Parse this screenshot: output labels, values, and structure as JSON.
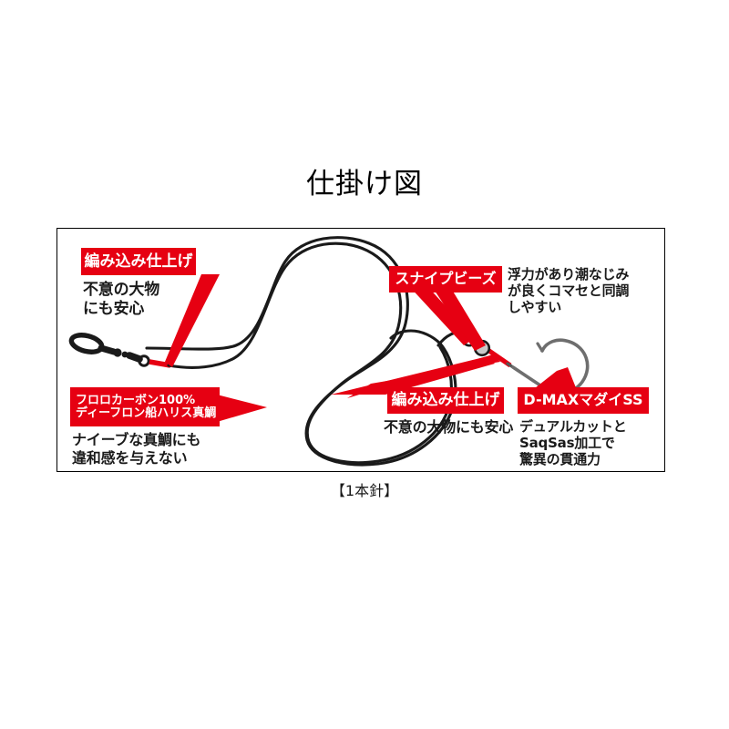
{
  "page": {
    "title": "仕掛け図",
    "caption": "【1本針】",
    "accent_red": "#e60012",
    "line_black": "#1a1a1a",
    "background": "#ffffff"
  },
  "diagram": {
    "name": "madai-rig-diagram",
    "frame_border_color": "#000000",
    "components": {
      "snap_swivel": "snap-swivel",
      "red_braid_knot_left": "braided-finish-knot",
      "fluorocarbon_leader": "fluorocarbon-leader-line",
      "bead_upper": "snipe-bead-white",
      "bead_lower": "snipe-bead-gray",
      "red_braid_knot_right": "braided-finish-knot",
      "hook": "d-max-madai-ss-hook"
    }
  },
  "callouts": [
    {
      "id": "braided-finish-left",
      "chip_lines": [
        "編み込み仕上げ"
      ],
      "desc_lines": [
        "不意の大物",
        "にも安心"
      ]
    },
    {
      "id": "fluorocarbon",
      "chip_lines": [
        "フロロカーボン100%",
        "ディーフロン船ハリス真鯛"
      ],
      "desc_lines": [
        "ナイーブな真鯛にも",
        "違和感を与えない"
      ]
    },
    {
      "id": "snipe-beads",
      "chip_lines": [
        "スナイプビーズ"
      ],
      "desc_lines": [
        "浮力があり潮なじみ",
        "が良くコマセと同調",
        "しやすい"
      ]
    },
    {
      "id": "braided-finish-right",
      "chip_lines": [
        "編み込み仕上げ"
      ],
      "desc_lines": [
        "不意の大物にも安心"
      ]
    },
    {
      "id": "d-max-madai-ss",
      "chip_lines": [
        "D-MAXマダイSS"
      ],
      "desc_lines": [
        "デュアルカットと",
        "SaqSas加工で",
        "驚異の貫通力"
      ]
    }
  ]
}
